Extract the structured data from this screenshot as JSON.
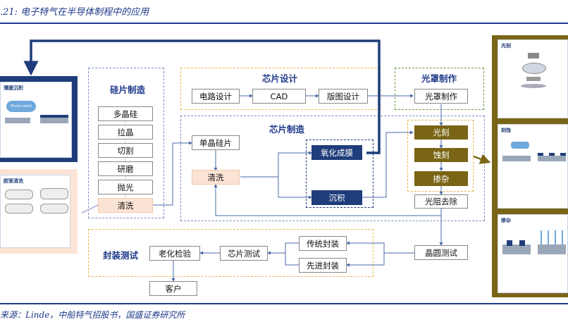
{
  "title": ".21: 电子特气在半导体制程中的应用",
  "source": "来源：Linde，中船特气招股书，国盛证券研究所",
  "colors": {
    "navy": "#1f3d7a",
    "olive": "#7a6516",
    "peach": "#fbe4d5",
    "accent": "#1f3a8a"
  },
  "regions": {
    "wafer": {
      "title": "硅片制造",
      "steps": [
        "多晶硅",
        "拉晶",
        "切割",
        "研磨",
        "抛光",
        "清洗"
      ]
    },
    "chip_design": {
      "title": "芯片设计",
      "steps": [
        "电路设计",
        "CAD",
        "版图设计"
      ]
    },
    "mask": {
      "title": "光罩制作",
      "steps": [
        "光罩制作"
      ]
    },
    "chip_mfg": {
      "title": "芯片制造",
      "steps": [
        "单晶硅片",
        "清洗",
        "氧化成膜",
        "沉积",
        "光刻",
        "蚀刻",
        "掺杂",
        "光阻去除",
        "晶圆测试"
      ]
    },
    "packaging": {
      "title": "封装测试",
      "steps": [
        "传统封装",
        "先进封装",
        "芯片测试",
        "老化检验",
        "客户"
      ]
    }
  },
  "side_panels": {
    "left_top": {
      "title": "薄膜沉积",
      "tag": "Photo-resist"
    },
    "left_bottom": {
      "title": "腔室清洗"
    },
    "right_litho": {
      "title": "光刻"
    },
    "right_etch": {
      "title": "刻蚀"
    },
    "right_doping": {
      "title": "掺杂"
    }
  }
}
